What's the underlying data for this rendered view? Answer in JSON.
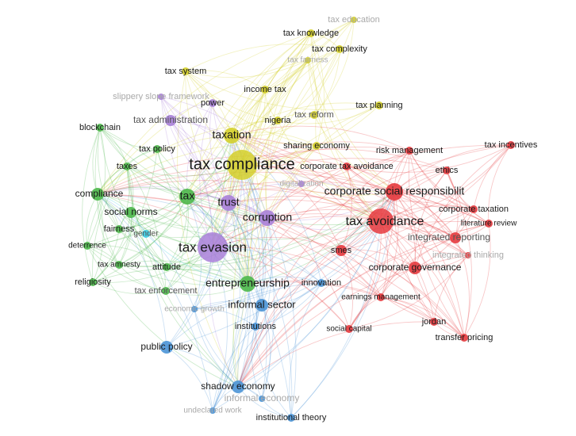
{
  "network": {
    "clusters": [
      {
        "id": "red",
        "color": "#e63a3e"
      },
      {
        "id": "green",
        "color": "#4cb84a"
      },
      {
        "id": "blue",
        "color": "#4a93d6"
      },
      {
        "id": "yellow",
        "color": "#d4cf2a"
      },
      {
        "id": "purple",
        "color": "#a87fd8"
      },
      {
        "id": "cyan",
        "color": "#37cbe3"
      }
    ],
    "nodes": [
      {
        "id": "tax-compliance",
        "label": "tax compliance",
        "cluster": "yellow",
        "weight": 10
      },
      {
        "id": "tax-evasion",
        "label": "tax evasion",
        "cluster": "purple",
        "weight": 10
      },
      {
        "id": "tax-avoidance",
        "label": "tax avoidance",
        "cluster": "red",
        "weight": 9
      },
      {
        "id": "corporate-social-responsibility",
        "label": "corporate social responsibilit",
        "cluster": "red",
        "weight": 6
      },
      {
        "id": "taxation",
        "label": "taxation",
        "cluster": "yellow",
        "weight": 5
      },
      {
        "id": "entrepreneurship",
        "label": "entrepreneurship",
        "cluster": "green",
        "weight": 5
      },
      {
        "id": "corruption",
        "label": "corruption",
        "cluster": "purple",
        "weight": 5
      },
      {
        "id": "trust",
        "label": "trust",
        "cluster": "purple",
        "weight": 5
      },
      {
        "id": "tax",
        "label": "tax",
        "cluster": "green",
        "weight": 5
      },
      {
        "id": "corporate-governance",
        "label": "corporate governance",
        "cluster": "red",
        "weight": 4
      },
      {
        "id": "informal-sector",
        "label": "informal sector",
        "cluster": "blue",
        "weight": 4
      },
      {
        "id": "shadow-economy",
        "label": "shadow economy",
        "cluster": "blue",
        "weight": 4
      },
      {
        "id": "compliance",
        "label": "compliance",
        "cluster": "green",
        "weight": 4
      },
      {
        "id": "public-policy",
        "label": "public policy",
        "cluster": "blue",
        "weight": 4
      },
      {
        "id": "tax-administration",
        "label": "tax administration",
        "cluster": "purple",
        "weight": 3
      },
      {
        "id": "integrated-reporting",
        "label": "integrated reporting",
        "cluster": "red",
        "weight": 3
      },
      {
        "id": "social-norms",
        "label": "social norms",
        "cluster": "green",
        "weight": 3
      },
      {
        "id": "smes",
        "label": "smes",
        "cluster": "red",
        "weight": 3
      },
      {
        "id": "tax-knowledge",
        "label": "tax knowledge",
        "cluster": "yellow",
        "weight": 2
      },
      {
        "id": "tax-complexity",
        "label": "tax complexity",
        "cluster": "yellow",
        "weight": 2
      },
      {
        "id": "tax-planning",
        "label": "tax planning",
        "cluster": "yellow",
        "weight": 2
      },
      {
        "id": "tax-system",
        "label": "tax system",
        "cluster": "yellow",
        "weight": 2
      },
      {
        "id": "income-tax",
        "label": "income tax",
        "cluster": "yellow",
        "weight": 2
      },
      {
        "id": "nigeria",
        "label": "nigeria",
        "cluster": "yellow",
        "weight": 2
      },
      {
        "id": "sharing-economy",
        "label": "sharing economy",
        "cluster": "yellow",
        "weight": 2
      },
      {
        "id": "tax-reform",
        "label": "tax reform",
        "cluster": "yellow",
        "weight": 2
      },
      {
        "id": "tax-fairness",
        "label": "tax fairness",
        "cluster": "yellow",
        "weight": 1
      },
      {
        "id": "tax-education",
        "label": "tax education",
        "cluster": "yellow",
        "weight": 1
      },
      {
        "id": "corporate-tax-avoidance",
        "label": "corporate tax avoidance",
        "cluster": "red",
        "weight": 2
      },
      {
        "id": "risk-management",
        "label": "risk management",
        "cluster": "red",
        "weight": 2
      },
      {
        "id": "ethics",
        "label": "ethics",
        "cluster": "red",
        "weight": 2
      },
      {
        "id": "tax-incentives",
        "label": "tax incentives",
        "cluster": "red",
        "weight": 2
      },
      {
        "id": "corporate-taxation",
        "label": "corporate taxation",
        "cluster": "red",
        "weight": 2
      },
      {
        "id": "literature-review",
        "label": "literature review",
        "cluster": "red",
        "weight": 2
      },
      {
        "id": "integrated-thinking",
        "label": "integrated thinking",
        "cluster": "red",
        "weight": 1
      },
      {
        "id": "earnings-management",
        "label": "earnings management",
        "cluster": "red",
        "weight": 2
      },
      {
        "id": "social-capital",
        "label": "social capital",
        "cluster": "red",
        "weight": 2
      },
      {
        "id": "jordan",
        "label": "jordan",
        "cluster": "red",
        "weight": 2
      },
      {
        "id": "transfer-pricing",
        "label": "transfer pricing",
        "cluster": "red",
        "weight": 2
      },
      {
        "id": "blockchain",
        "label": "blockchain",
        "cluster": "green",
        "weight": 2
      },
      {
        "id": "tax-policy",
        "label": "tax policy",
        "cluster": "green",
        "weight": 2
      },
      {
        "id": "taxes",
        "label": "taxes",
        "cluster": "green",
        "weight": 2
      },
      {
        "id": "fairness",
        "label": "fairness",
        "cluster": "green",
        "weight": 2
      },
      {
        "id": "deterrence",
        "label": "deterrence",
        "cluster": "green",
        "weight": 2
      },
      {
        "id": "tax-amnesty",
        "label": "tax amnesty",
        "cluster": "green",
        "weight": 2
      },
      {
        "id": "attitude",
        "label": "attitude",
        "cluster": "green",
        "weight": 2
      },
      {
        "id": "religiosity",
        "label": "religiosity",
        "cluster": "green",
        "weight": 2
      },
      {
        "id": "tax-enforcement",
        "label": "tax enforcement",
        "cluster": "green",
        "weight": 2
      },
      {
        "id": "gender",
        "label": "gender",
        "cluster": "cyan",
        "weight": 2
      },
      {
        "id": "power",
        "label": "power",
        "cluster": "purple",
        "weight": 2
      },
      {
        "id": "digitalization",
        "label": "digitalization",
        "cluster": "purple",
        "weight": 1
      },
      {
        "id": "slippery-slope-framework",
        "label": "slippery slope framework",
        "cluster": "purple",
        "weight": 1
      },
      {
        "id": "innovation",
        "label": "innovation",
        "cluster": "blue",
        "weight": 2
      },
      {
        "id": "institutions",
        "label": "institutions",
        "cluster": "blue",
        "weight": 2
      },
      {
        "id": "informal-economy",
        "label": "informal economy",
        "cluster": "blue",
        "weight": 1
      },
      {
        "id": "undeclared-work",
        "label": "undeclared work",
        "cluster": "blue",
        "weight": 1
      },
      {
        "id": "institutional-theory",
        "label": "institutional theory",
        "cluster": "blue",
        "weight": 2
      },
      {
        "id": "economic-growth",
        "label": "economic growth",
        "cluster": "blue",
        "weight": 1
      }
    ]
  }
}
